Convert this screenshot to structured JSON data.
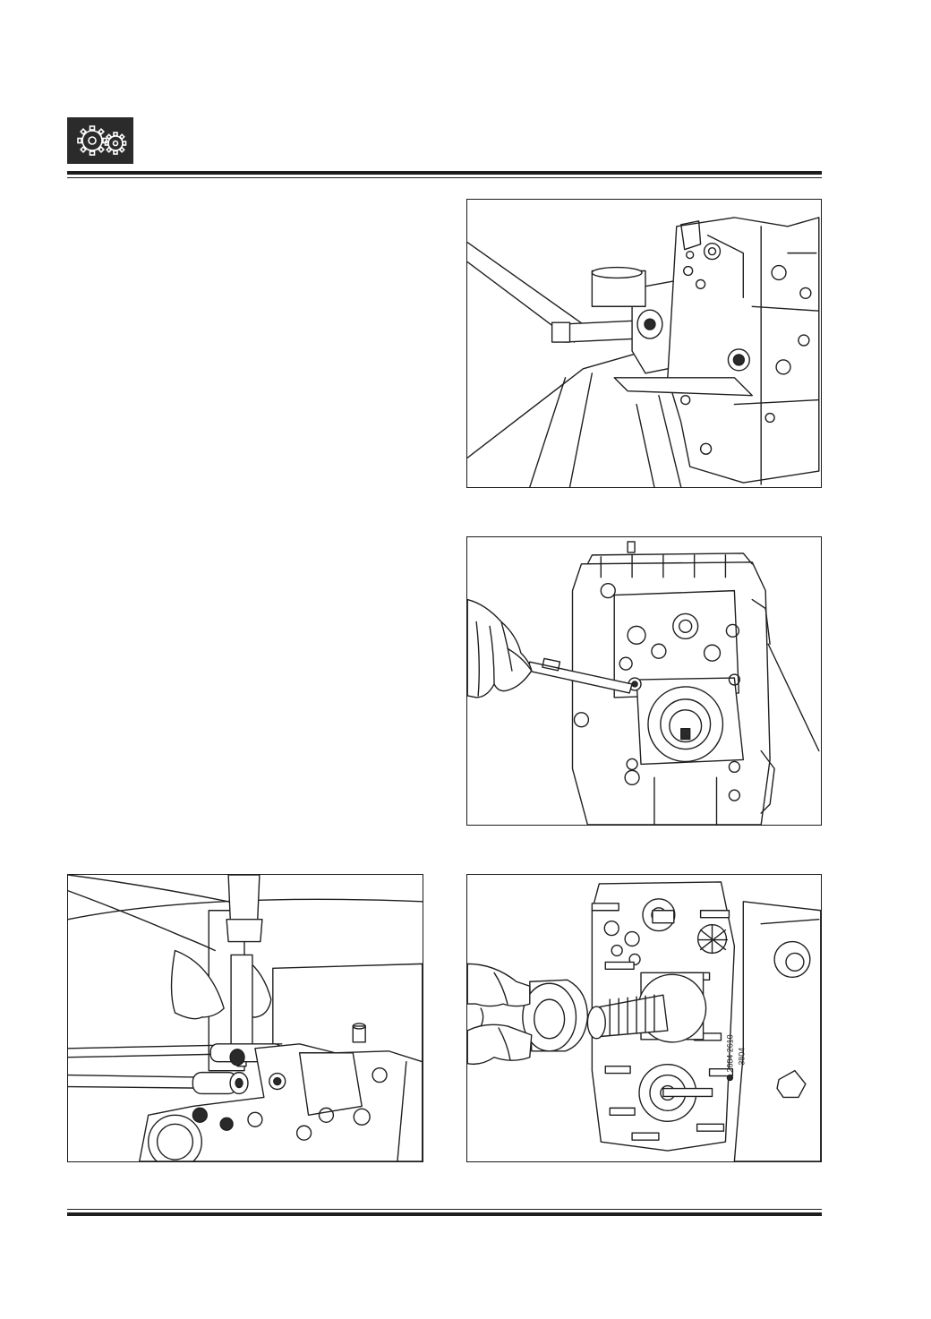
{
  "header": {
    "section_icon": "gearbox-gears-icon",
    "colors": {
      "ink": "#1e1e1e",
      "icon_bg": "#2b2b2b",
      "paper": "#ffffff"
    }
  },
  "figures": [
    {
      "id": "fig-1",
      "subject": "transmission-brake-drum-removal-tool"
    },
    {
      "id": "fig-2",
      "subject": "output-housing-bolt-spanner"
    },
    {
      "id": "fig-3",
      "subject": "selector-shaft-pin-drift"
    },
    {
      "id": "fig-4",
      "subject": "output-shaft-oil-seal-collar"
    }
  ],
  "casting_marks": {
    "part_number": "2684 2610",
    "code": "3804"
  }
}
